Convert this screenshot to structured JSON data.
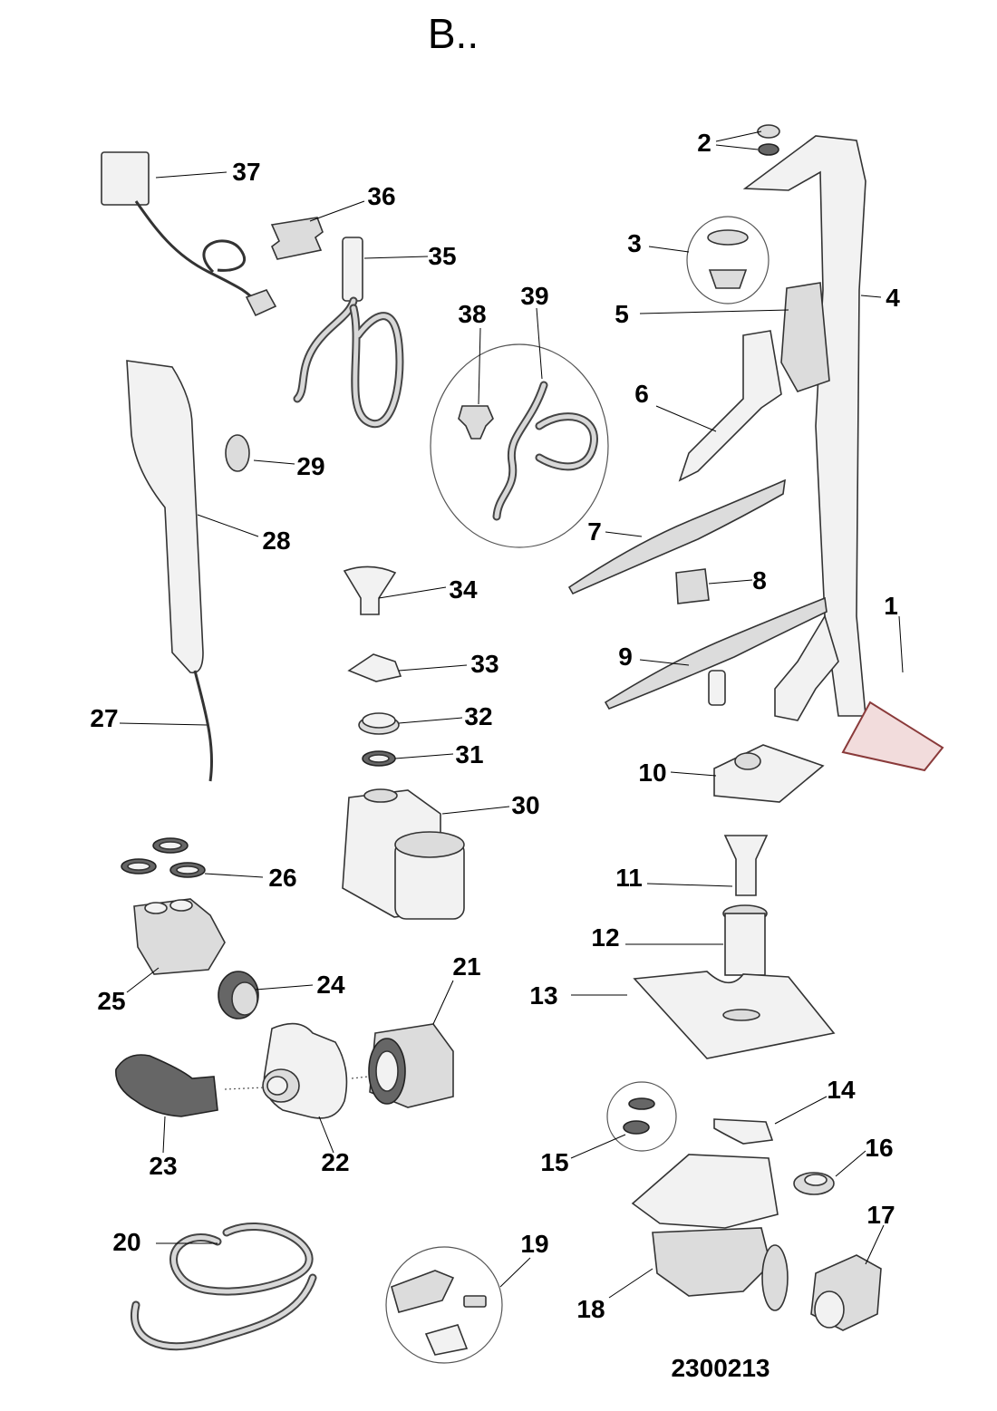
{
  "title": "B..",
  "drawing_code": "2300213",
  "callouts": [
    {
      "id": "1",
      "text": "1"
    },
    {
      "id": "2",
      "text": "2"
    },
    {
      "id": "3",
      "text": "3"
    },
    {
      "id": "4",
      "text": "4"
    },
    {
      "id": "5",
      "text": "5"
    },
    {
      "id": "6",
      "text": "6"
    },
    {
      "id": "7",
      "text": "7"
    },
    {
      "id": "8",
      "text": "8"
    },
    {
      "id": "9",
      "text": "9"
    },
    {
      "id": "10",
      "text": "10"
    },
    {
      "id": "11",
      "text": "11"
    },
    {
      "id": "12",
      "text": "12"
    },
    {
      "id": "13",
      "text": "13"
    },
    {
      "id": "14",
      "text": "14"
    },
    {
      "id": "15",
      "text": "15"
    },
    {
      "id": "16",
      "text": "16"
    },
    {
      "id": "17",
      "text": "17"
    },
    {
      "id": "18",
      "text": "18"
    },
    {
      "id": "19",
      "text": "19"
    },
    {
      "id": "20",
      "text": "20"
    },
    {
      "id": "21",
      "text": "21"
    },
    {
      "id": "22",
      "text": "22"
    },
    {
      "id": "23",
      "text": "23"
    },
    {
      "id": "24",
      "text": "24"
    },
    {
      "id": "25",
      "text": "25"
    },
    {
      "id": "26",
      "text": "26"
    },
    {
      "id": "27",
      "text": "27"
    },
    {
      "id": "28",
      "text": "28"
    },
    {
      "id": "29",
      "text": "29"
    },
    {
      "id": "30",
      "text": "30"
    },
    {
      "id": "31",
      "text": "31"
    },
    {
      "id": "32",
      "text": "32"
    },
    {
      "id": "33",
      "text": "33"
    },
    {
      "id": "34",
      "text": "34"
    },
    {
      "id": "35",
      "text": "35"
    },
    {
      "id": "36",
      "text": "36"
    },
    {
      "id": "37",
      "text": "37"
    },
    {
      "id": "38",
      "text": "38"
    },
    {
      "id": "39",
      "text": "39"
    }
  ]
}
